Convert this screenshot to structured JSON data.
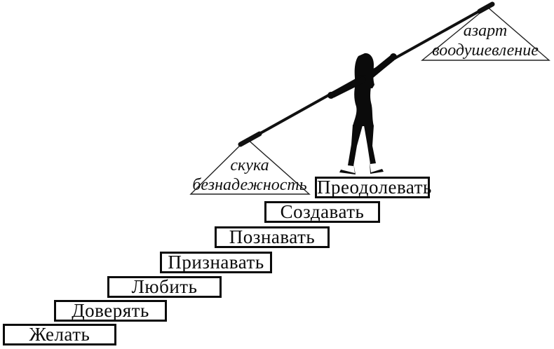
{
  "colors": {
    "background": "#ffffff",
    "ink": "#0b0b0b",
    "outline": "#222222"
  },
  "steps": [
    {
      "label": "Желать"
    },
    {
      "label": "Доверять"
    },
    {
      "label": "Любить"
    },
    {
      "label": "Признавать"
    },
    {
      "label": "Познавать"
    },
    {
      "label": "Создавать"
    },
    {
      "label": "Преодолевать"
    }
  ],
  "fulcrums": {
    "lower": {
      "line1": "скука",
      "line2": "безнадежность"
    },
    "upper": {
      "line1": "азарт",
      "line2": "воодушевление"
    }
  }
}
